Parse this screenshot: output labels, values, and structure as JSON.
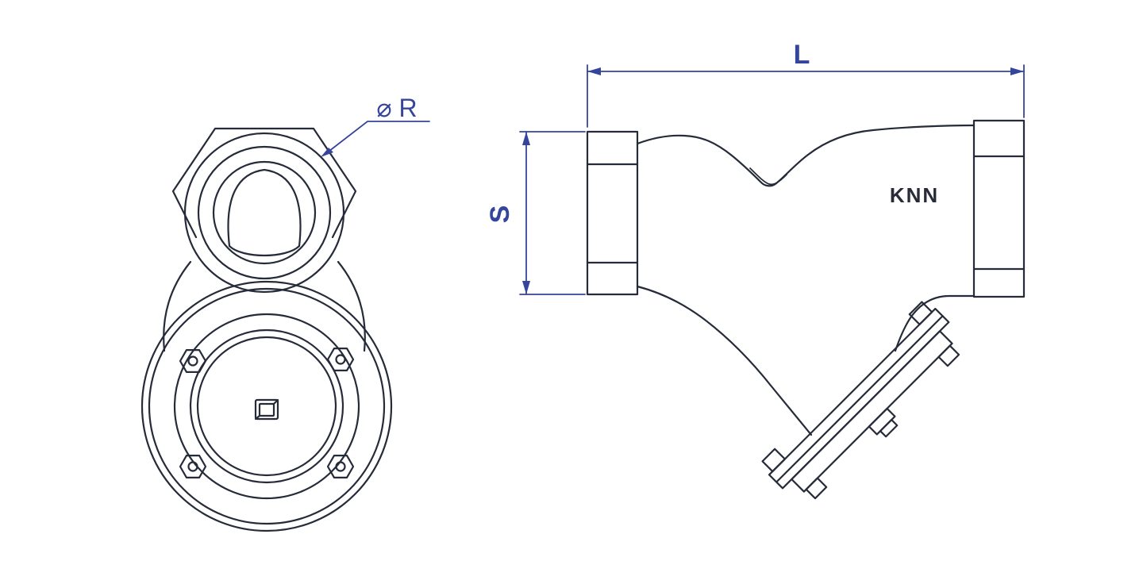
{
  "page": {
    "type": "technical-drawing",
    "subject": "y-strainer-valve-two-view-drawing",
    "background": "#ffffff"
  },
  "colors": {
    "part_line": "#252b38",
    "dimension": "#35459c",
    "brand": "#272c38"
  },
  "front_view": {
    "name": "front-view",
    "diameter_label": "⌀ R"
  },
  "side_view": {
    "name": "side-view",
    "length_label": "L",
    "height_label": "S",
    "brand_label": "KNN"
  }
}
